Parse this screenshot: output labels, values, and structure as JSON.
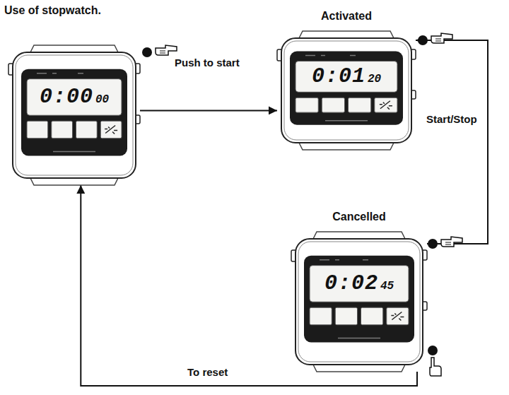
{
  "diagram": {
    "title": "Use of stopwatch.",
    "nodes": [
      {
        "text": [
          "0:00",
          "00"
        ]
      },
      {
        "text": [
          "Activated",
          "0:01",
          "20"
        ]
      },
      {
        "text": [
          "Cancelled",
          "0:02",
          "45"
        ]
      }
    ],
    "edges": [
      {
        "from": 0,
        "to": 1,
        "label": "Push to start",
        "arrow": "to"
      },
      {
        "from": 1,
        "to": 2,
        "label": "Start/Stop",
        "arrow": "both"
      },
      {
        "from": 2,
        "to": 0,
        "label": "To reset",
        "arrow": "to"
      }
    ]
  }
}
